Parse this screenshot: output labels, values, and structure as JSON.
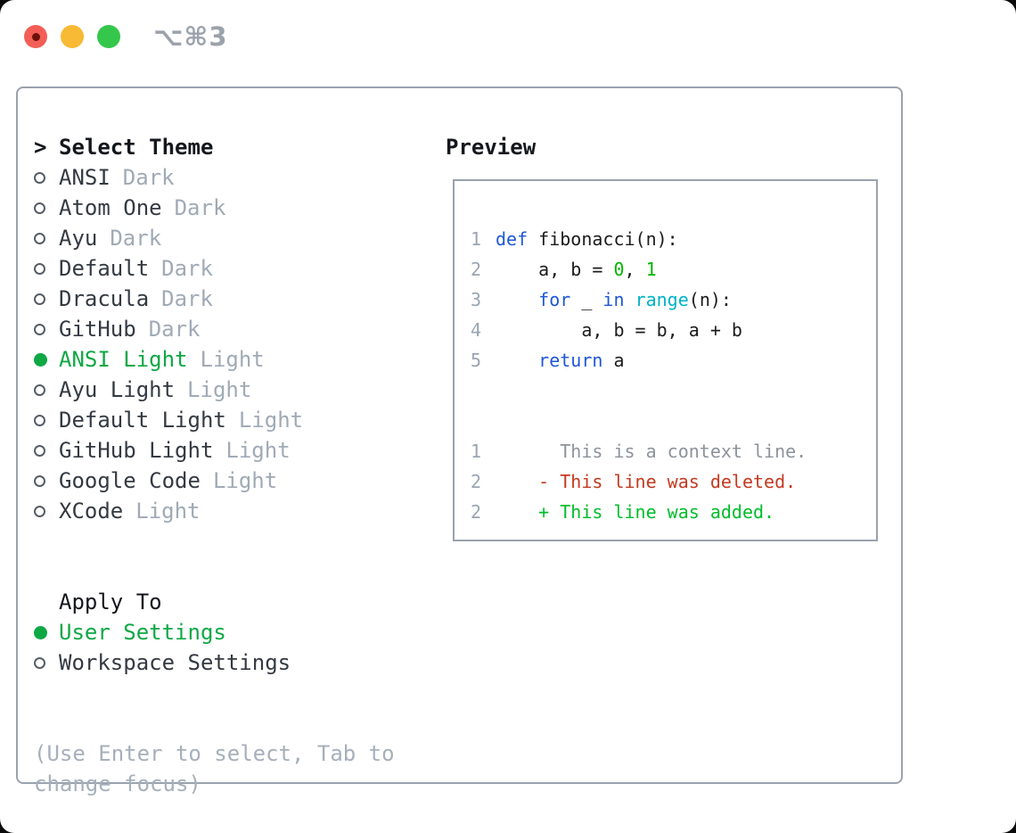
{
  "titlebar": {
    "shortcut": "⌥⌘3",
    "buttons": [
      "close",
      "minimize",
      "zoom"
    ]
  },
  "theme_panel": {
    "header": {
      "prompt": ">",
      "label": "Select Theme"
    },
    "themes": [
      {
        "name": "ANSI",
        "variant": "Dark",
        "selected": false
      },
      {
        "name": "Atom One",
        "variant": "Dark",
        "selected": false
      },
      {
        "name": "Ayu",
        "variant": "Dark",
        "selected": false
      },
      {
        "name": "Default",
        "variant": "Dark",
        "selected": false
      },
      {
        "name": "Dracula",
        "variant": "Dark",
        "selected": false
      },
      {
        "name": "GitHub",
        "variant": "Dark",
        "selected": false
      },
      {
        "name": "ANSI Light",
        "variant": "Light",
        "selected": true
      },
      {
        "name": "Ayu Light",
        "variant": "Light",
        "selected": false
      },
      {
        "name": "Default Light",
        "variant": "Light",
        "selected": false
      },
      {
        "name": "GitHub Light",
        "variant": "Light",
        "selected": false
      },
      {
        "name": "Google Code",
        "variant": "Light",
        "selected": false
      },
      {
        "name": "XCode",
        "variant": "Light",
        "selected": false
      }
    ],
    "apply_to": {
      "label": "Apply To",
      "options": [
        {
          "name": "User Settings",
          "selected": true
        },
        {
          "name": "Workspace Settings",
          "selected": false
        }
      ]
    },
    "help": {
      "line1": "(Use Enter to select, Tab to",
      "line2": "change focus)"
    }
  },
  "preview_panel": {
    "title": "Preview",
    "code_lines": [
      {
        "num": "1",
        "tokens": [
          [
            "kw",
            "def"
          ],
          [
            "t",
            " fibonacci(n):"
          ]
        ]
      },
      {
        "num": "2",
        "tokens": [
          [
            "t",
            "    a, b = "
          ],
          [
            "num",
            "0"
          ],
          [
            "t",
            ", "
          ],
          [
            "num",
            "1"
          ]
        ]
      },
      {
        "num": "3",
        "tokens": [
          [
            "t",
            "    "
          ],
          [
            "kw",
            "for"
          ],
          [
            "t",
            " _ "
          ],
          [
            "kw",
            "in"
          ],
          [
            "t",
            " "
          ],
          [
            "fn",
            "range"
          ],
          [
            "t",
            "(n):"
          ]
        ]
      },
      {
        "num": "4",
        "tokens": [
          [
            "t",
            "        a, b = b, a + b"
          ]
        ]
      },
      {
        "num": "5",
        "tokens": [
          [
            "t",
            "    "
          ],
          [
            "kw",
            "return"
          ],
          [
            "t",
            " a"
          ]
        ]
      }
    ],
    "diff_lines": [
      {
        "num": "1",
        "tokens": [
          [
            "ctx",
            "      This is a context line."
          ]
        ]
      },
      {
        "num": "2",
        "tokens": [
          [
            "del",
            "    - This line was deleted."
          ]
        ]
      },
      {
        "num": "2",
        "tokens": [
          [
            "add",
            "    + This line was added."
          ]
        ]
      }
    ]
  },
  "colors": {
    "selection_green": "#0ea844",
    "keyword_blue": "#1f57d8",
    "builtin_cyan": "#00b2c7",
    "number_green": "#00b400",
    "diff_deleted_red": "#c43a20",
    "diff_added_green": "#00bd2a",
    "context_gray": "#8c939c",
    "line_number_gray": "#9aa5b2",
    "muted_gray": "#a0aab6",
    "border_gray": "#99a2ae",
    "traffic_red": "#f35e56",
    "traffic_yellow": "#f8ba35",
    "traffic_green": "#35c74b"
  }
}
